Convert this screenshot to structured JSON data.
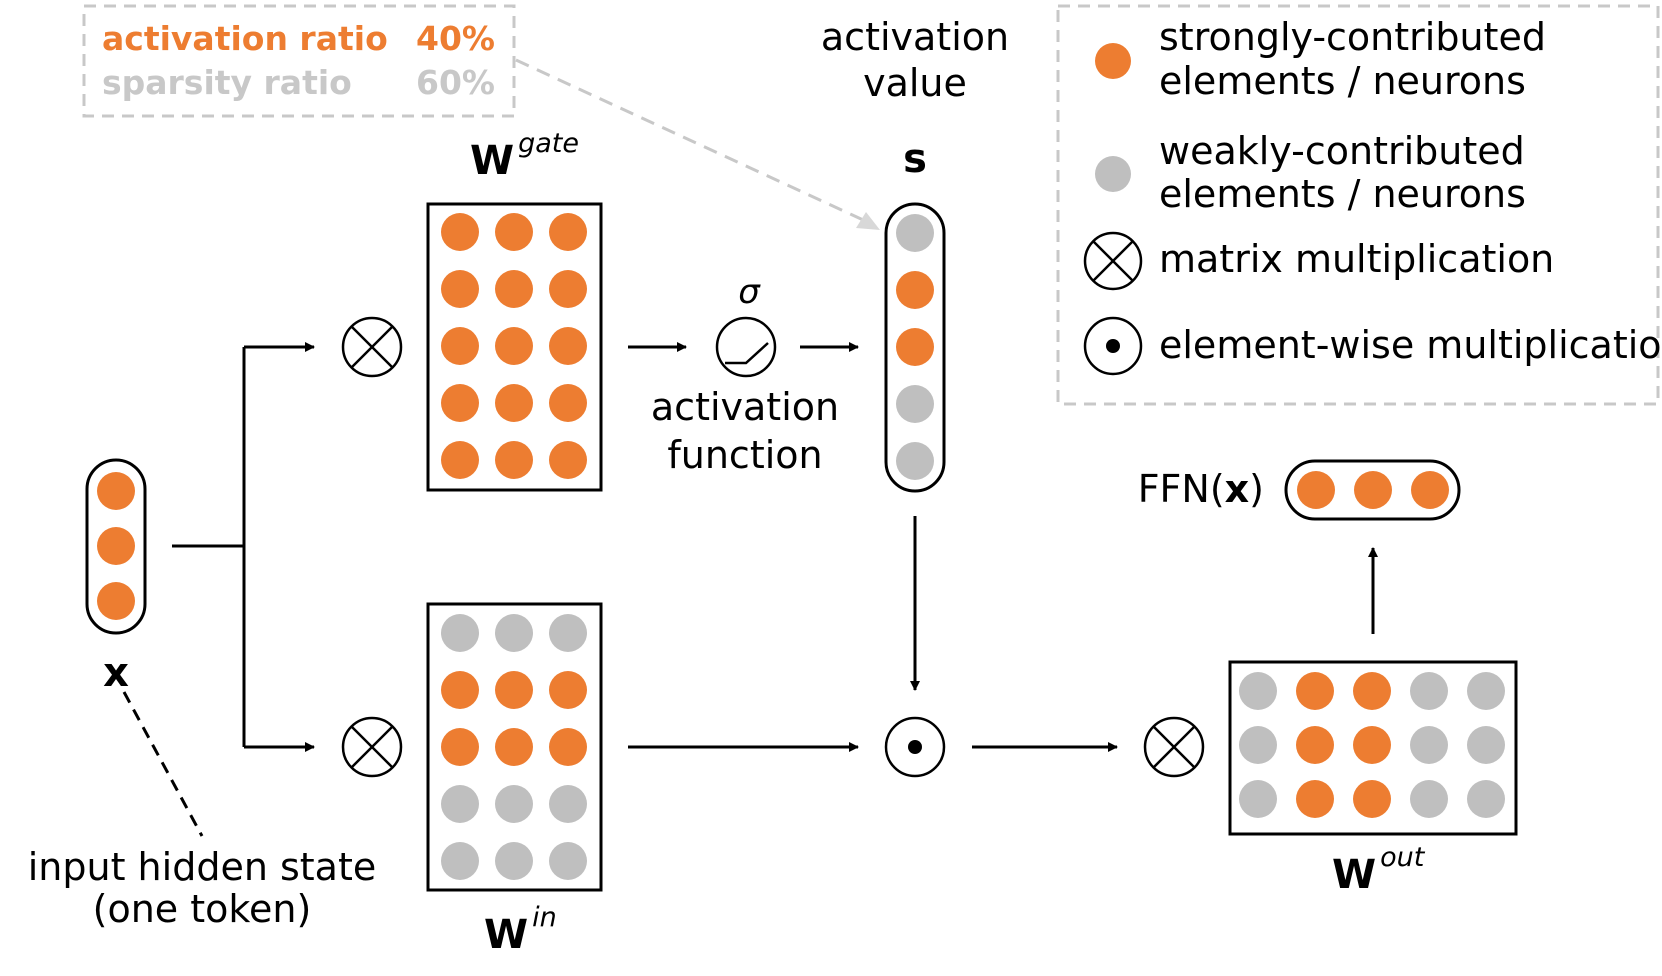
{
  "colors": {
    "strong": "#ED7D31",
    "weak": "#BFBFBF",
    "stroke": "#000000",
    "dashed_box": "#C8C8C8"
  },
  "stats_box": {
    "activation_label": "activation ratio",
    "activation_value": "40%",
    "sparsity_label": "sparsity ratio",
    "sparsity_value": "60%"
  },
  "activation_value_label": [
    "activation",
    "value"
  ],
  "s_label": "s",
  "x_label": "x",
  "input_caption": [
    "input hidden state",
    "(one token)"
  ],
  "w_gate": {
    "base": "W",
    "sup": "gate"
  },
  "w_in": {
    "base": "W",
    "sup": "in"
  },
  "w_out": {
    "base": "W",
    "sup": "out"
  },
  "sigma": "σ",
  "activation_function_label": [
    "activation",
    "function"
  ],
  "ffn_label": {
    "pre": "FFN(",
    "x": "x",
    "post": ")"
  },
  "legend": {
    "strong": [
      "strongly-contributed",
      "elements / neurons"
    ],
    "weak": [
      "weakly-contributed",
      "elements / neurons"
    ],
    "matmul": "matrix multiplication",
    "elementwise": "element-wise multiplication"
  },
  "vectors": {
    "x": [
      "strong",
      "strong",
      "strong"
    ],
    "s": [
      "weak",
      "strong",
      "strong",
      "weak",
      "weak"
    ],
    "ffn_out": [
      "strong",
      "strong",
      "strong"
    ]
  },
  "matrices": {
    "w_gate": [
      [
        "strong",
        "strong",
        "strong"
      ],
      [
        "strong",
        "strong",
        "strong"
      ],
      [
        "strong",
        "strong",
        "strong"
      ],
      [
        "strong",
        "strong",
        "strong"
      ],
      [
        "strong",
        "strong",
        "strong"
      ]
    ],
    "w_in": [
      [
        "weak",
        "weak",
        "weak"
      ],
      [
        "strong",
        "strong",
        "strong"
      ],
      [
        "strong",
        "strong",
        "strong"
      ],
      [
        "weak",
        "weak",
        "weak"
      ],
      [
        "weak",
        "weak",
        "weak"
      ]
    ],
    "w_out": [
      [
        "weak",
        "strong",
        "strong",
        "weak",
        "weak"
      ],
      [
        "weak",
        "strong",
        "strong",
        "weak",
        "weak"
      ],
      [
        "weak",
        "strong",
        "strong",
        "weak",
        "weak"
      ]
    ]
  }
}
